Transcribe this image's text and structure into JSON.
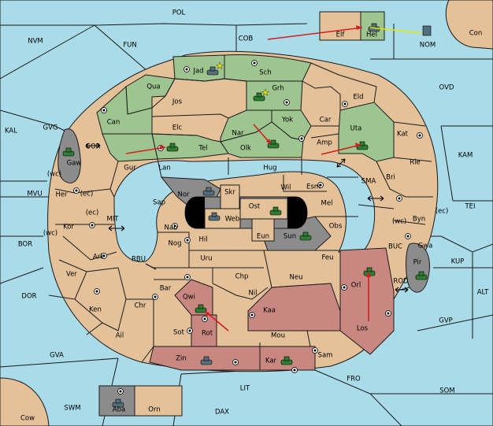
{
  "colors": {
    "sea": "#a9dbe8",
    "land": "#e4c199",
    "green_power": "#9ec58f",
    "red_power": "#c98781",
    "gray_power": "#8c8c8c",
    "green_unit": "#2e7d32",
    "gray_unit": "#546e7a",
    "order_arrow": "#d21f1f",
    "support_line": "#e6e600"
  },
  "sea_labels": {
    "pol": "POL",
    "nvm": "NVM",
    "fun": "FUN",
    "cob": "COB",
    "con": "Con",
    "nom": "NOM",
    "ovd": "OVD",
    "kam": "KAM",
    "tei": "TEI",
    "kal": "KAL",
    "gvg": "GVG",
    "gor": "GOR",
    "mvu": "MVU",
    "mit": "MIT",
    "bor": "BOR",
    "rbu": "RBU",
    "dor": "DOR",
    "gva": "GVA",
    "swm": "SWM",
    "cow": "Cow",
    "dax": "DAX",
    "lit": "LIT",
    "fro": "FRO",
    "som": "SOM",
    "gvp": "GVP",
    "alt": "ALT",
    "kup": "KUP",
    "buc": "BUC",
    "rod": "ROD",
    "sma": "SMA",
    "wc1": "(wc)",
    "ec1": "(ec)",
    "wc2": "(wc)",
    "ec2": "(ec)",
    "wc3": "(wc)",
    "ec3": "(ec)"
  },
  "land_labels": {
    "elf": "Elf",
    "hel": "Hel",
    "jad": "Jad",
    "sch": "Sch",
    "qua": "Qua",
    "jos": "Jos",
    "grh": "Grh",
    "eld": "Eld",
    "can": "Can",
    "elc": "Elc",
    "yok": "Yok",
    "car": "Car",
    "nar": "Nar",
    "uta": "Uta",
    "kat": "Kat",
    "gaw": "Gaw",
    "tel": "Tel",
    "olk": "Olk",
    "amp": "Amp",
    "gur": "Gur",
    "lan": "Lan",
    "hug": "Hug",
    "rie": "Rie",
    "bri": "Bri",
    "her": "Her",
    "nor": "Nor",
    "skr": "Skr",
    "wil": "Wil",
    "esm": "Esm",
    "sap": "Sap",
    "ost": "Ost",
    "web": "Web",
    "mel": "Mel",
    "byn": "Byn",
    "kor": "Kor",
    "nab": "Nab",
    "eun": "Eun",
    "sun": "Sun",
    "obs": "Obs",
    "hil": "Hil",
    "gwa": "Gwa",
    "nog": "Nog",
    "ark": "Ark",
    "pir": "Pir",
    "uru": "Uru",
    "feu": "Feu",
    "ver": "Ver",
    "chp": "Chp",
    "neu": "Neu",
    "bar": "Bar",
    "orl": "Orl",
    "qwi": "Qwi",
    "nil": "Nil",
    "ken": "Ken",
    "chr": "Chr",
    "kaa": "Kaa",
    "rot": "Rot",
    "los": "Los",
    "ail": "Ail",
    "sot": "Sot",
    "mou": "Mou",
    "sam": "Sam",
    "zin": "Zin",
    "kar": "Kar",
    "aba": "Aba",
    "orn": "Orn"
  }
}
